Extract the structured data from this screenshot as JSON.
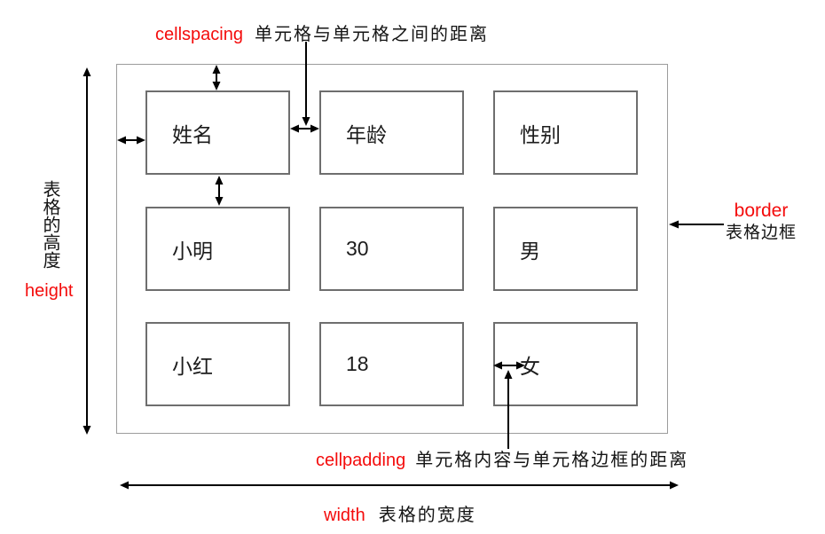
{
  "diagram_title_implied": "HTML table attributes diagram",
  "colors": {
    "accent_red": "#f40c0c",
    "arrow_black": "#000000",
    "cell_border_gray": "#6e6e6e",
    "outer_border_gray": "#9c9c9c",
    "background": "#ffffff"
  },
  "annotations": {
    "cellspacing": {
      "keyword": "cellspacing",
      "description": "单元格与单元格之间的距离"
    },
    "cellpadding": {
      "keyword": "cellpadding",
      "description": "单元格内容与单元格边框的距离"
    },
    "border": {
      "keyword": "border",
      "description": "表格边框"
    },
    "width": {
      "keyword": "width",
      "description": "表格的宽度"
    },
    "height": {
      "keyword": "height",
      "description": "表格的高度"
    }
  },
  "table": {
    "rows": [
      {
        "cells": [
          "姓名",
          "年龄",
          "性别"
        ]
      },
      {
        "cells": [
          "小明",
          "30",
          "男"
        ]
      },
      {
        "cells": [
          "小红",
          "18",
          "女"
        ]
      }
    ]
  },
  "icons": {
    "double_arrow_vertical": "↕",
    "double_arrow_horizontal": "↔",
    "pointer_down": "↓",
    "pointer_up": "↑",
    "pointer_left": "←"
  }
}
